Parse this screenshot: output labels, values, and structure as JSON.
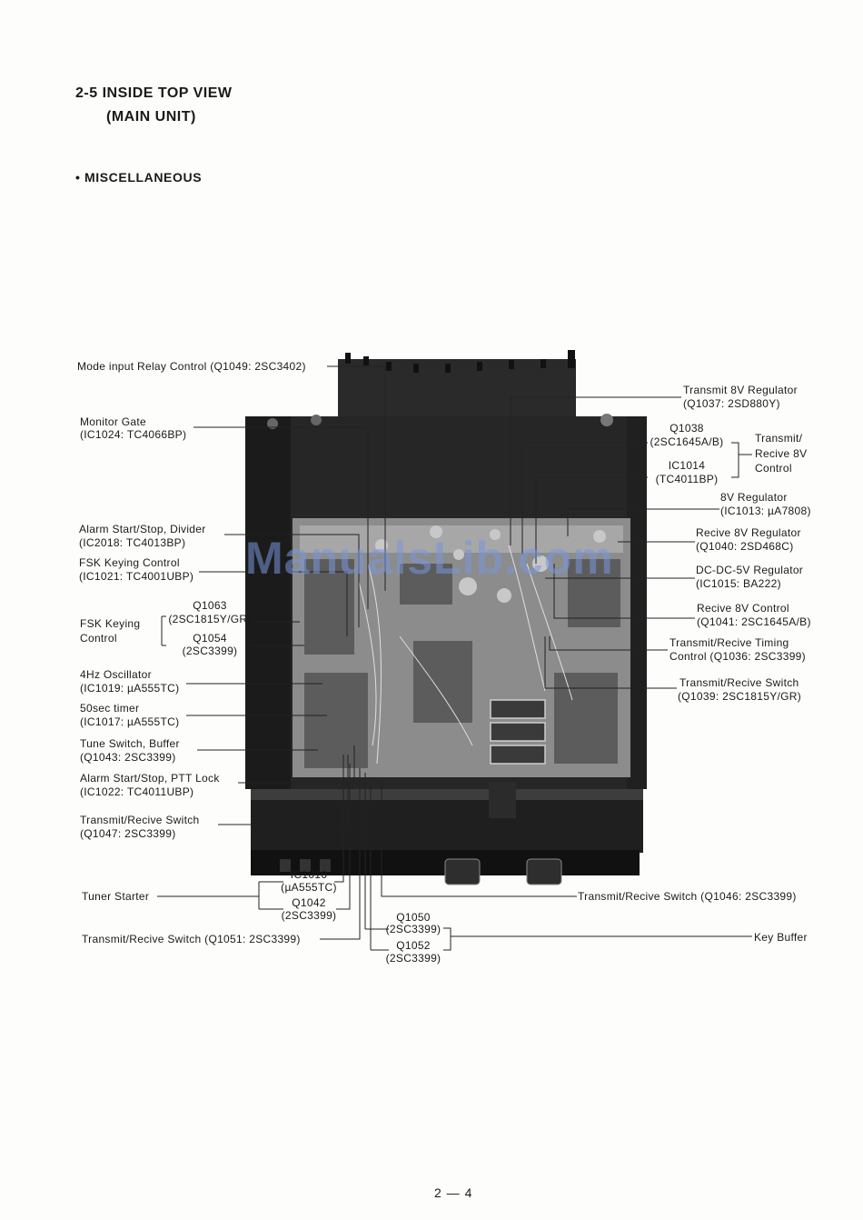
{
  "section": {
    "number_title": "2-5  INSIDE TOP VIEW",
    "title_line2": "(MAIN UNIT)",
    "subheading": "• MISCELLANEOUS"
  },
  "callouts_left": {
    "mode_input": "Mode input Relay Control (Q1049: 2SC3402)",
    "monitor_gate_1": "Monitor Gate",
    "monitor_gate_2": "(IC1024: TC4066BP)",
    "alarm_div_1": "Alarm Start/Stop, Divider",
    "alarm_div_2": "(IC2018: TC4013BP)",
    "fsk_ctrl_1": "FSK Keying Control",
    "fsk_ctrl_2": "(IC1021: TC4001UBP)",
    "fsk_group_1": "FSK Keying",
    "fsk_group_2": "Control",
    "q1063_1": "Q1063",
    "q1063_2": "(2SC1815Y/GR)",
    "q1054_1": "Q1054",
    "q1054_2": "(2SC3399)",
    "osc_1": "4Hz Oscillator",
    "osc_2": "(IC1019: µA555TC)",
    "timer_1": "50sec timer",
    "timer_2": "(IC1017: µA555TC)",
    "tune_1": "Tune Switch, Buffer",
    "tune_2": "(Q1043: 2SC3399)",
    "alarm_ptt_1": "Alarm Start/Stop, PTT Lock",
    "alarm_ptt_2": "(IC1022: TC4011UBP)",
    "trs1047_1": "Transmit/Recive Switch",
    "trs1047_2": "(Q1047: 2SC3399)",
    "tuner_starter": "Tuner Starter",
    "ic1016_1": "IC1016",
    "ic1016_2": "(µA555TC)",
    "q1042_1": "Q1042",
    "q1042_2": "(2SC3399)",
    "trs1051": "Transmit/Recive Switch (Q1051: 2SC3399)",
    "q1050_1": "Q1050",
    "q1050_2": "(2SC3399)",
    "q1052_1": "Q1052",
    "q1052_2": "(2SC3399)"
  },
  "callouts_right": {
    "tx8v_1": "Transmit 8V Regulator",
    "tx8v_2": "(Q1037: 2SD880Y)",
    "q1038_1": "Q1038",
    "q1038_2": "(2SC1645A/B)",
    "ic1014_1": "IC1014",
    "ic1014_2": "(TC4011BP)",
    "trx8v_1": "Transmit/",
    "trx8v_2": "Recive 8V",
    "trx8v_3": "Control",
    "reg8v_1": "8V Regulator",
    "reg8v_2": "(IC1013: µA7808)",
    "rx8v_1": "Recive 8V Regulator",
    "rx8v_2": "(Q1040: 2SD468C)",
    "dcdc_1": "DC-DC-5V Regulator",
    "dcdc_2": "(IC1015: BA222)",
    "rx8vc_1": "Recive 8V Control",
    "rx8vc_2": "(Q1041: 2SC1645A/B)",
    "timing_1": "Transmit/Recive Timing",
    "timing_2": "Control (Q1036: 2SC3399)",
    "trs1039_1": "Transmit/Recive Switch",
    "trs1039_2": "(Q1039: 2SC1815Y/GR)",
    "trs1046": "Transmit/Recive Switch (Q1046: 2SC3399)",
    "key_buffer": "Key Buffer"
  },
  "watermark": "ManualsLib.com",
  "page_number": "2 — 4"
}
